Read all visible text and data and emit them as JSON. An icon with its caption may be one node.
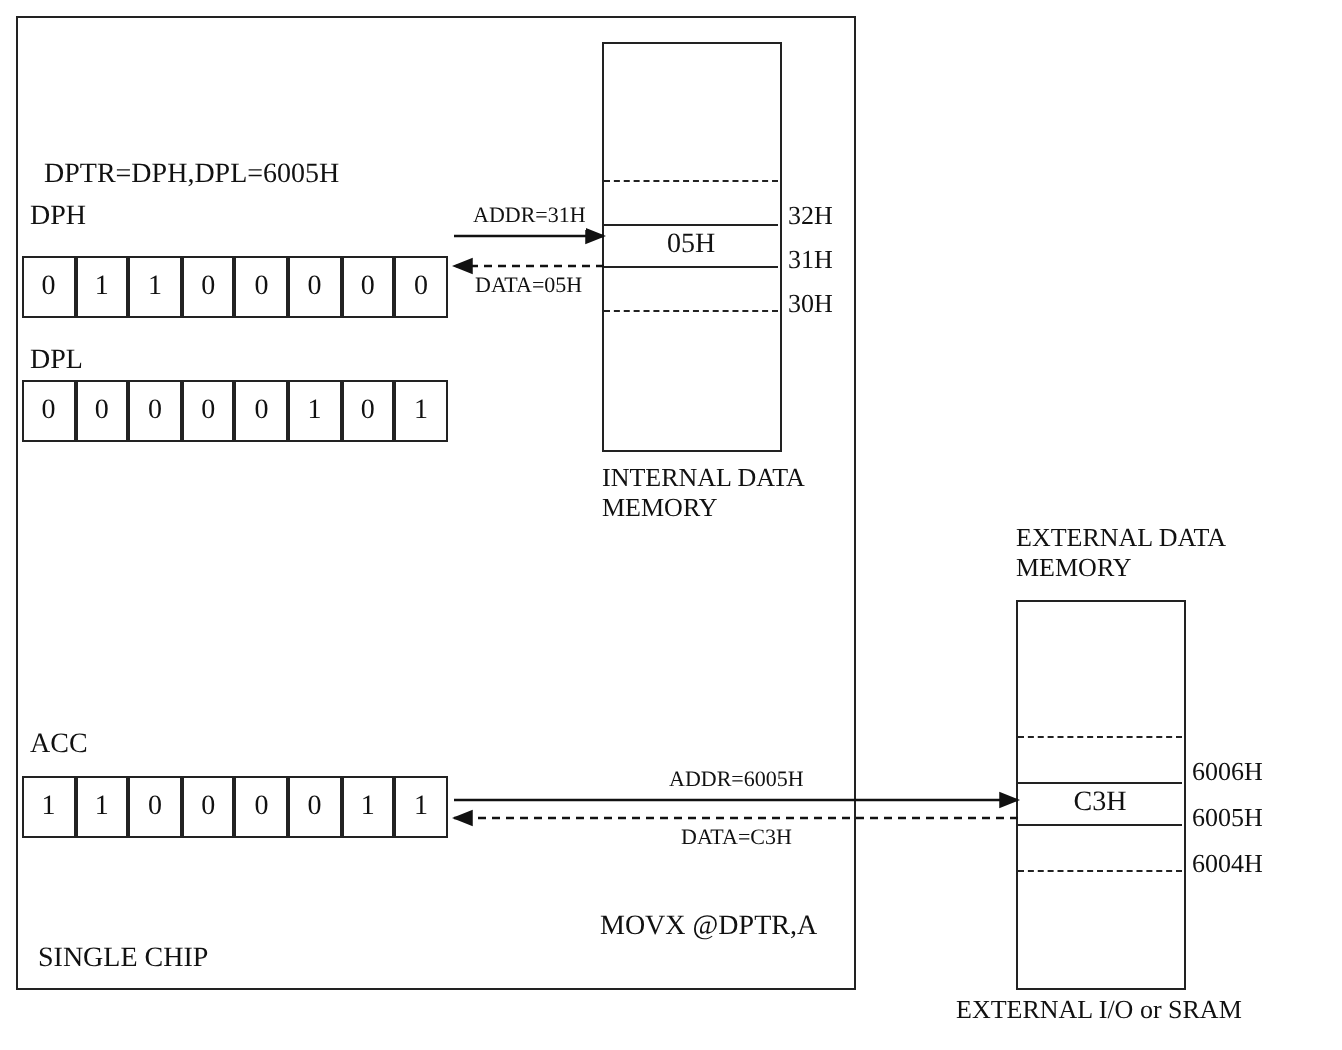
{
  "diagram": {
    "nodes": [
      {
        "text": [
          "SINGLE CHIP"
        ]
      },
      {
        "text": [
          "DPH"
        ],
        "in": 0
      },
      {
        "text": [
          "0"
        ],
        "in": 1
      },
      {
        "text": [
          "1"
        ],
        "in": 1
      },
      {
        "text": [
          "1"
        ],
        "in": 1
      },
      {
        "text": [
          "0"
        ],
        "in": 1
      },
      {
        "text": [
          "0"
        ],
        "in": 1
      },
      {
        "text": [
          "0"
        ],
        "in": 1
      },
      {
        "text": [
          "0"
        ],
        "in": 1
      },
      {
        "text": [
          "0"
        ],
        "in": 1
      },
      {
        "text": [
          "DPL"
        ],
        "in": 0
      },
      {
        "text": [
          "0"
        ],
        "in": 10
      },
      {
        "text": [
          "0"
        ],
        "in": 10
      },
      {
        "text": [
          "0"
        ],
        "in": 10
      },
      {
        "text": [
          "0"
        ],
        "in": 10
      },
      {
        "text": [
          "0"
        ],
        "in": 10
      },
      {
        "text": [
          "1"
        ],
        "in": 10
      },
      {
        "text": [
          "0"
        ],
        "in": 10
      },
      {
        "text": [
          "1"
        ],
        "in": 10
      },
      {
        "text": [
          "ACC"
        ],
        "in": 0
      },
      {
        "text": [
          "1"
        ],
        "in": 19
      },
      {
        "text": [
          "1"
        ],
        "in": 19
      },
      {
        "text": [
          "0"
        ],
        "in": 19
      },
      {
        "text": [
          "0"
        ],
        "in": 19
      },
      {
        "text": [
          "0"
        ],
        "in": 19
      },
      {
        "text": [
          "0"
        ],
        "in": 19
      },
      {
        "text": [
          "1"
        ],
        "in": 19
      },
      {
        "text": [
          "1"
        ],
        "in": 19
      },
      {
        "text": [
          "INTERNAL DATA MEMORY"
        ],
        "in": 0
      },
      {
        "text": [],
        "shape": "box",
        "in": 28,
        "beside": [
          "32H"
        ]
      },
      {
        "text": [
          "05H"
        ],
        "in": 28,
        "beside": [
          "31H"
        ]
      },
      {
        "text": [],
        "shape": "box",
        "in": 28,
        "beside": [
          "30H"
        ]
      },
      {
        "text": [
          "EXTERNAL DATA MEMORY"
        ],
        "beside": [
          "EXTERNAL I/O or SRAM"
        ]
      },
      {
        "text": [],
        "shape": "box",
        "in": 32,
        "beside": [
          "6006H"
        ]
      },
      {
        "text": [
          "C3H"
        ],
        "in": 32,
        "beside": [
          "6005H"
        ]
      },
      {
        "text": [],
        "shape": "box",
        "in": 32,
        "beside": [
          "6004H"
        ]
      }
    ],
    "edges": [
      {
        "from": 1,
        "to": 30,
        "arrow": "to",
        "label": "ADDR=31H"
      },
      {
        "from": 30,
        "to": 1,
        "arrow": "to",
        "label": "DATA=05H",
        "style": "dashed"
      },
      {
        "from": 19,
        "to": 34,
        "arrow": "to",
        "label": "ADDR=6005H"
      },
      {
        "from": 34,
        "to": 19,
        "arrow": "to",
        "label": "DATA=C3H",
        "style": "dashed"
      }
    ],
    "labels": [
      "DPTR=DPH,DPL=6005H",
      "MOVX @DPTR,A"
    ]
  }
}
